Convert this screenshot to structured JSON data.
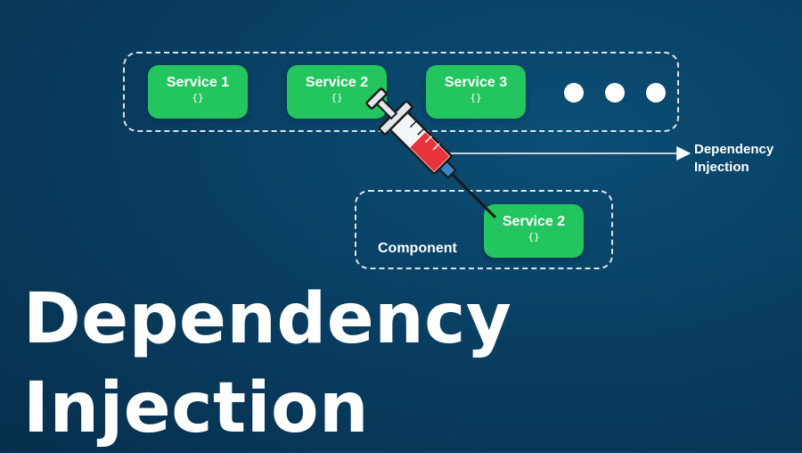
{
  "diagram": {
    "services": [
      {
        "name": "Service 1",
        "code": "{}"
      },
      {
        "name": "Service 2",
        "code": "{}"
      },
      {
        "name": "Service 3",
        "code": "{}"
      }
    ],
    "component": {
      "label": "Component",
      "service": {
        "name": "Service 2",
        "code": "{}"
      }
    },
    "arrow_label_line1": "Dependency",
    "arrow_label_line2": "Injection",
    "icons": [
      "ellipsis-dot",
      "syringe-icon",
      "arrow-icon"
    ]
  },
  "title": {
    "line1": "Dependency",
    "line2": "Injection"
  },
  "colors": {
    "background": "#093f63",
    "service_green": "#22c55e",
    "syringe_red": "#e8323c"
  }
}
